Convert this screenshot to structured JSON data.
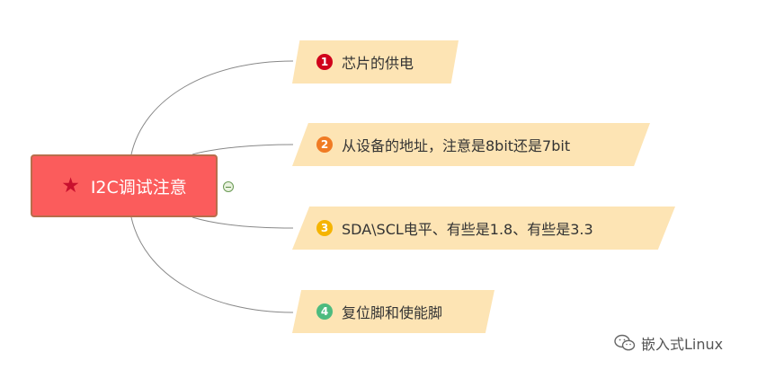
{
  "central_topic": {
    "icon": "star-icon",
    "label": "I2C调试注意",
    "fill_color": "#fb5c5c",
    "star_color": "#c8102e"
  },
  "branches": [
    {
      "marker": "1",
      "marker_color": "#d0021b",
      "label": "芯片的供电"
    },
    {
      "marker": "2",
      "marker_color": "#f07b24",
      "label": "从设备的地址，注意是8bit还是7bit"
    },
    {
      "marker": "3",
      "marker_color": "#f5b400",
      "label": "SDA\\SCL电平、有些是1.8、有些是3.3"
    },
    {
      "marker": "4",
      "marker_color": "#4dbb7f",
      "label": "复位脚和使能脚"
    }
  ],
  "branch_fill_color": "#fde4b4",
  "connector_color": "#888888",
  "watermark": {
    "icon": "wechat-icon",
    "label": "嵌入式Linux"
  }
}
